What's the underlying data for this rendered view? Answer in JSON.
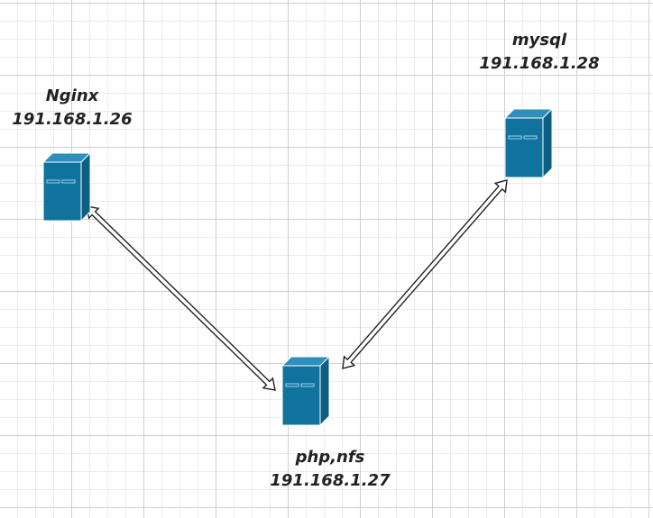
{
  "diagram": {
    "colors": {
      "server_front": "#10739e",
      "server_top": "#2d8fbc",
      "server_side": "#0b5f85",
      "server_outline": "#ffffff",
      "connector_fill": "#ffffff",
      "connector_stroke": "#222222",
      "label_text": "#222222"
    },
    "servers": {
      "nginx": {
        "name": "Nginx",
        "ip": "191.168.1.26",
        "icon": "server-icon"
      },
      "mysql": {
        "name": "mysql",
        "ip": "191.168.1.28",
        "icon": "server-icon"
      },
      "php": {
        "name": "php,nfs",
        "ip": "191.168.1.27",
        "icon": "server-icon"
      }
    },
    "connections": [
      {
        "from": "nginx",
        "to": "php",
        "style": "double-arrow"
      },
      {
        "from": "php",
        "to": "mysql",
        "style": "double-arrow"
      }
    ]
  }
}
